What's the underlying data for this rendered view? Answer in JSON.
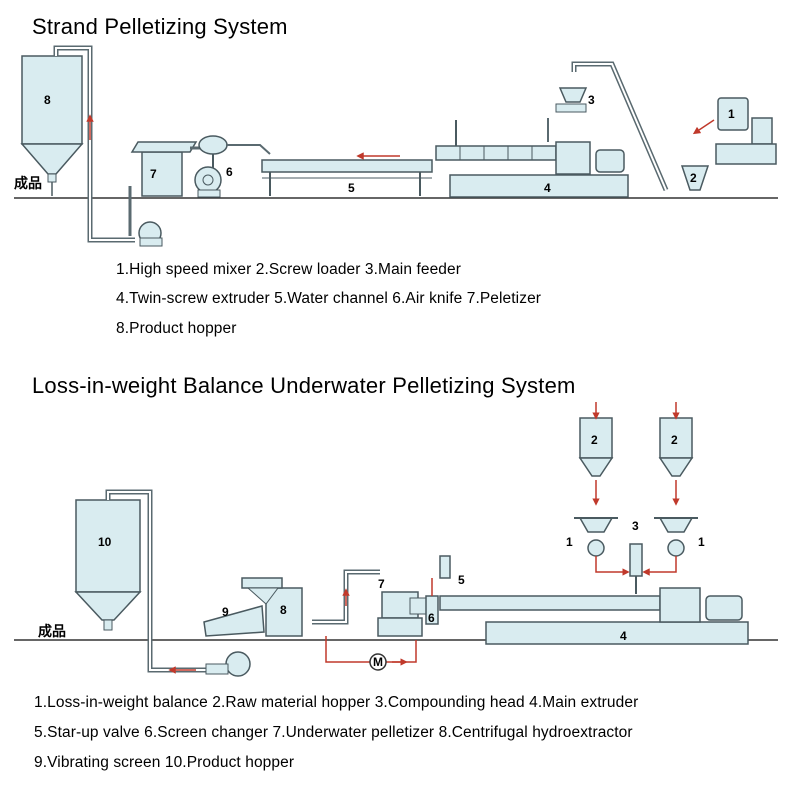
{
  "system1": {
    "title": "Strand Pelletizing System",
    "ground_label": "成品",
    "numbers": [
      "1",
      "2",
      "3",
      "4",
      "5",
      "6",
      "7",
      "8"
    ],
    "legend": [
      "1.High speed mixer 2.Screw loader 3.Main feeder",
      "4.Twin-screw extruder 5.Water channel 6.Air knife 7.Peletizer",
      "8.Product hopper"
    ]
  },
  "system2": {
    "title": "Loss-in-weight Balance Underwater Pelletizing System",
    "ground_label": "成品",
    "motor_label": "M",
    "numbers": [
      "1",
      "1",
      "2",
      "2",
      "3",
      "4",
      "5",
      "6",
      "7",
      "8",
      "9",
      "10"
    ],
    "legend": [
      "1.Loss-in-weight balance 2.Raw material hopper 3.Compounding head 4.Main extruder",
      "5.Star-up valve 6.Screen changer 7.Underwater pelletizer 8.Centrifugal hydroextractor",
      "9.Vibrating screen 10.Product hopper"
    ]
  },
  "colors": {
    "equipment_fill": "#d9ecf0",
    "equipment_stroke": "#4a5a60",
    "pipe_outer": "#5a6a70",
    "pipe_inner": "#ffffff",
    "arrow": "#c0392b",
    "line": "#333333"
  }
}
